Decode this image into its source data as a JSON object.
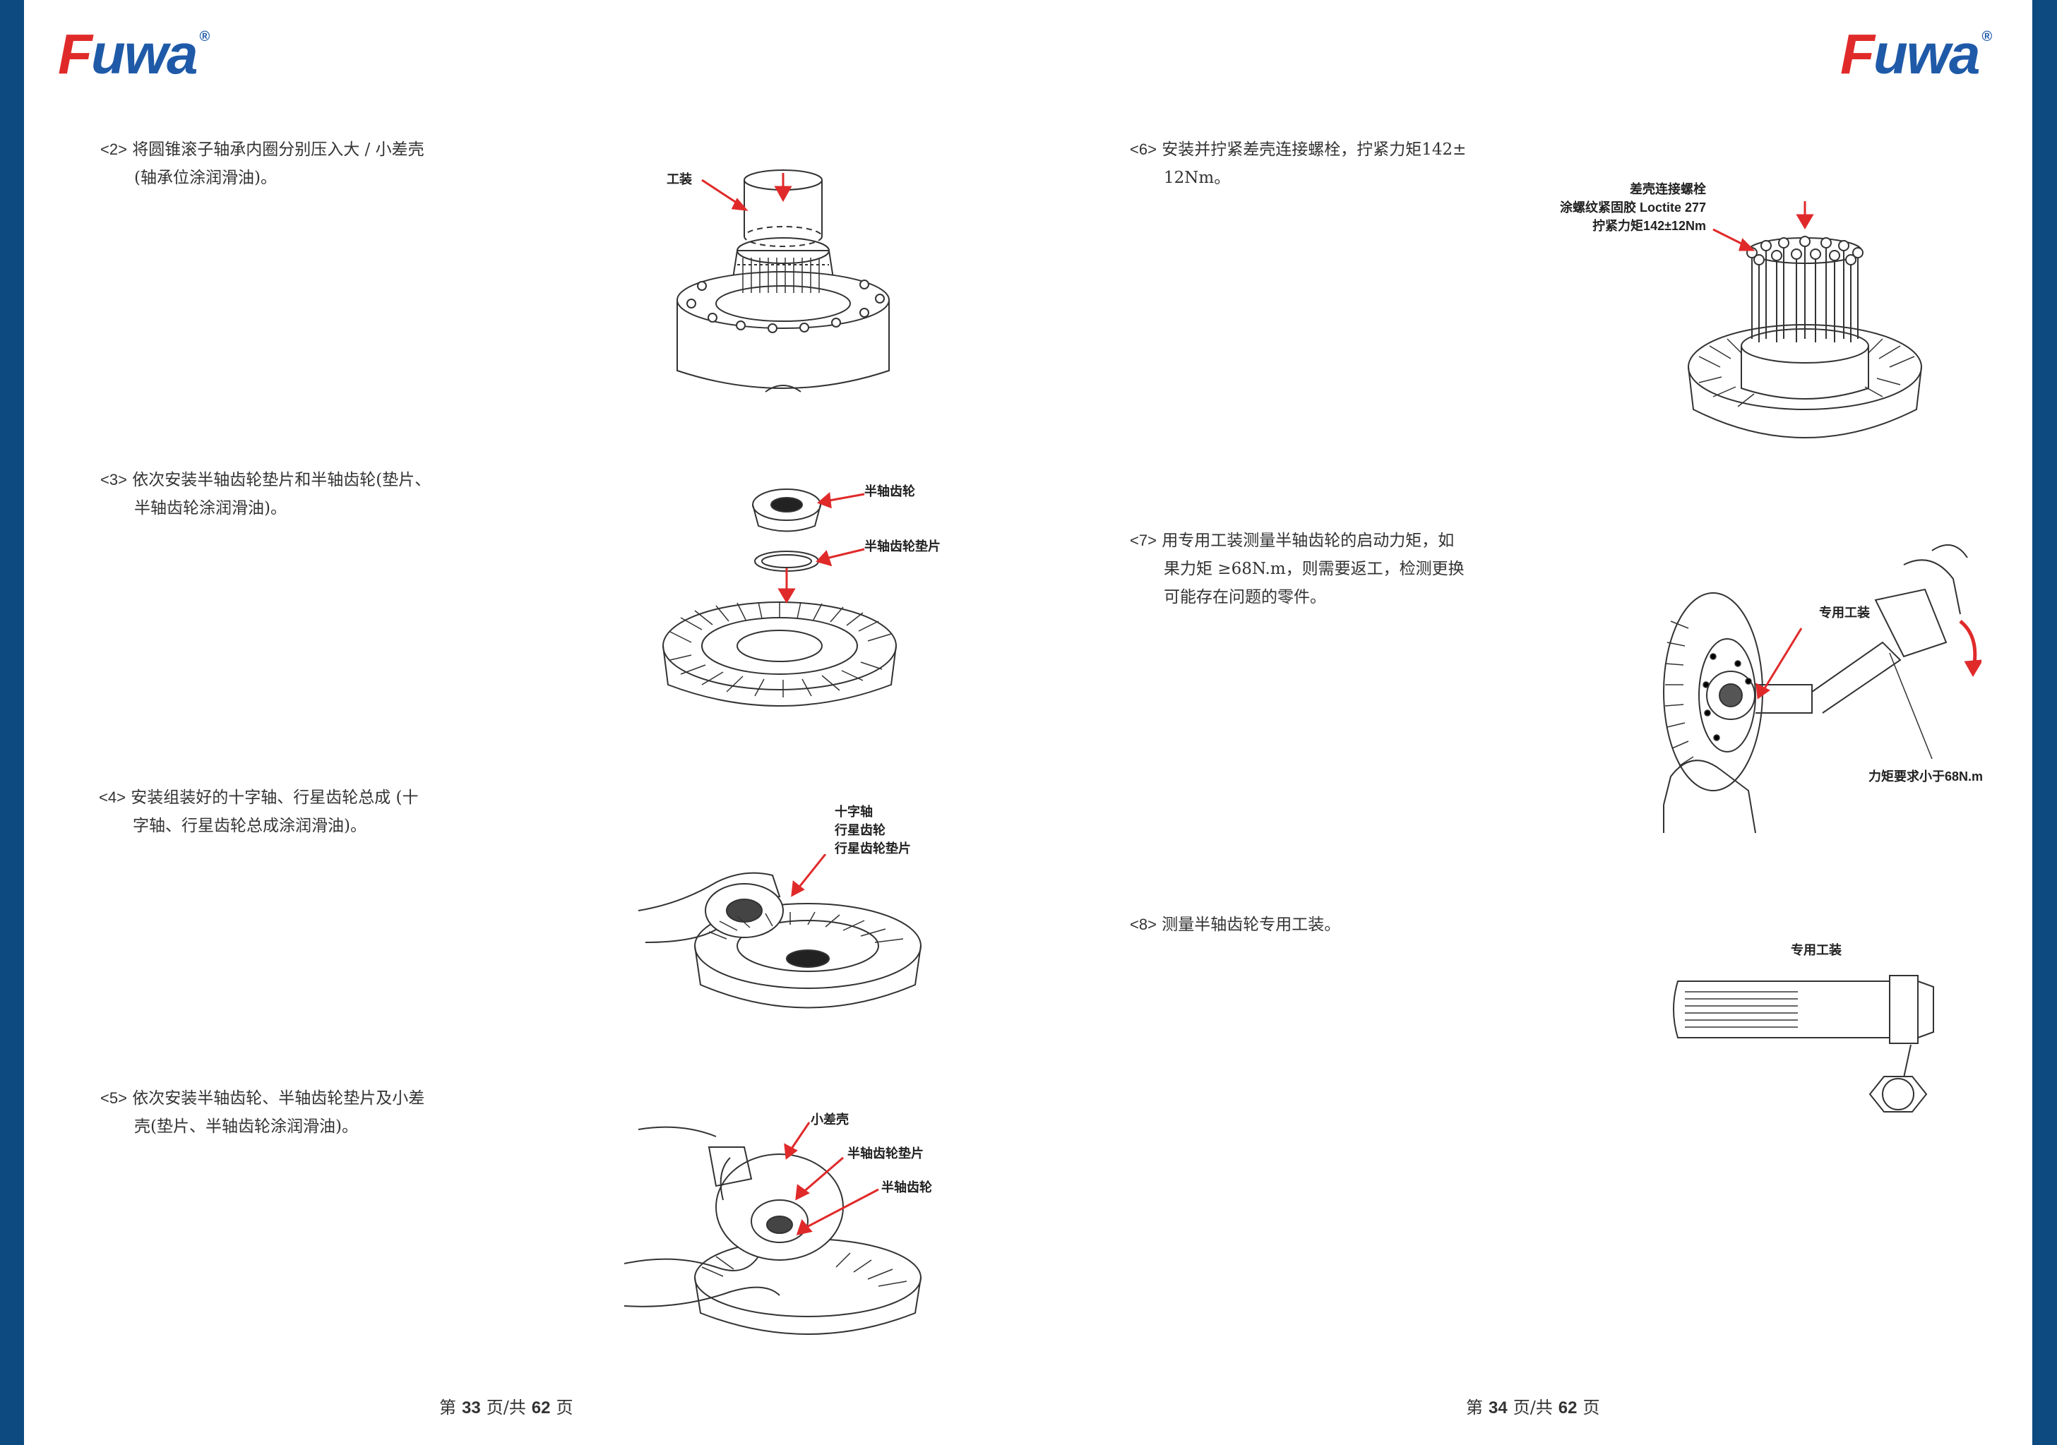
{
  "brand": {
    "logo_text_f": "F",
    "logo_text_rest": "uwa",
    "logo_reg": "®"
  },
  "left_page": {
    "steps": [
      {
        "num": "<2>",
        "line1": "将圆锥滚子轴承内圈分别压入大 / 小差壳",
        "line2": "(轴承位涂润滑油)。"
      },
      {
        "num": "<3>",
        "line1": "依次安装半轴齿轮垫片和半轴齿轮(垫片、",
        "line2": "半轴齿轮涂润滑油)。"
      },
      {
        "num": "<4>",
        "line1": "安装组装好的十字轴、行星齿轮总成 (十",
        "line2": "字轴、行星齿轮总成涂润滑油)。"
      },
      {
        "num": "<5>",
        "line1": "依次安装半轴齿轮、半轴齿轮垫片及小差",
        "line2": "壳(垫片、半轴齿轮涂润滑油)。"
      }
    ],
    "callouts": {
      "fig2_tool": "工装",
      "fig3_gear": "半轴齿轮",
      "fig3_washer": "半轴齿轮垫片",
      "fig4_l1": "十字轴",
      "fig4_l2": "行星齿轮",
      "fig4_l3": "行星齿轮垫片",
      "fig5_case": "小差壳",
      "fig5_washer": "半轴齿轮垫片",
      "fig5_gear": "半轴齿轮"
    },
    "footer": {
      "pre": "第",
      "page": "33",
      "mid": "页/共",
      "total": "62",
      "post": "页"
    }
  },
  "right_page": {
    "steps": [
      {
        "num": "<6>",
        "line1": "安装并拧紧差壳连接螺栓，拧紧力矩142±",
        "line2": "12Nm。"
      },
      {
        "num": "<7>",
        "line1": "用专用工装测量半轴齿轮的启动力矩，如",
        "line2": "果力矩 ≥68N.m，则需要返工，检测更换",
        "line3": "可能存在问题的零件。"
      },
      {
        "num": "<8>",
        "line1": "测量半轴齿轮专用工装。"
      }
    ],
    "callouts": {
      "fig6_l1": "差壳连接螺栓",
      "fig6_l2": "涂螺纹紧固胶 Loctite 277",
      "fig6_l3": "拧紧力矩142±12Nm",
      "fig7_tool": "专用工装",
      "fig7_torque": "力矩要求小于68N.m",
      "fig8_tool": "专用工装"
    },
    "footer": {
      "pre": "第",
      "page": "34",
      "mid": "页/共",
      "total": "62",
      "post": "页"
    }
  },
  "colors": {
    "brand_blue": "#1f5aa8",
    "brand_red": "#e02a2a",
    "border": "#0d4a7f",
    "arrow": "#e02a2a"
  }
}
